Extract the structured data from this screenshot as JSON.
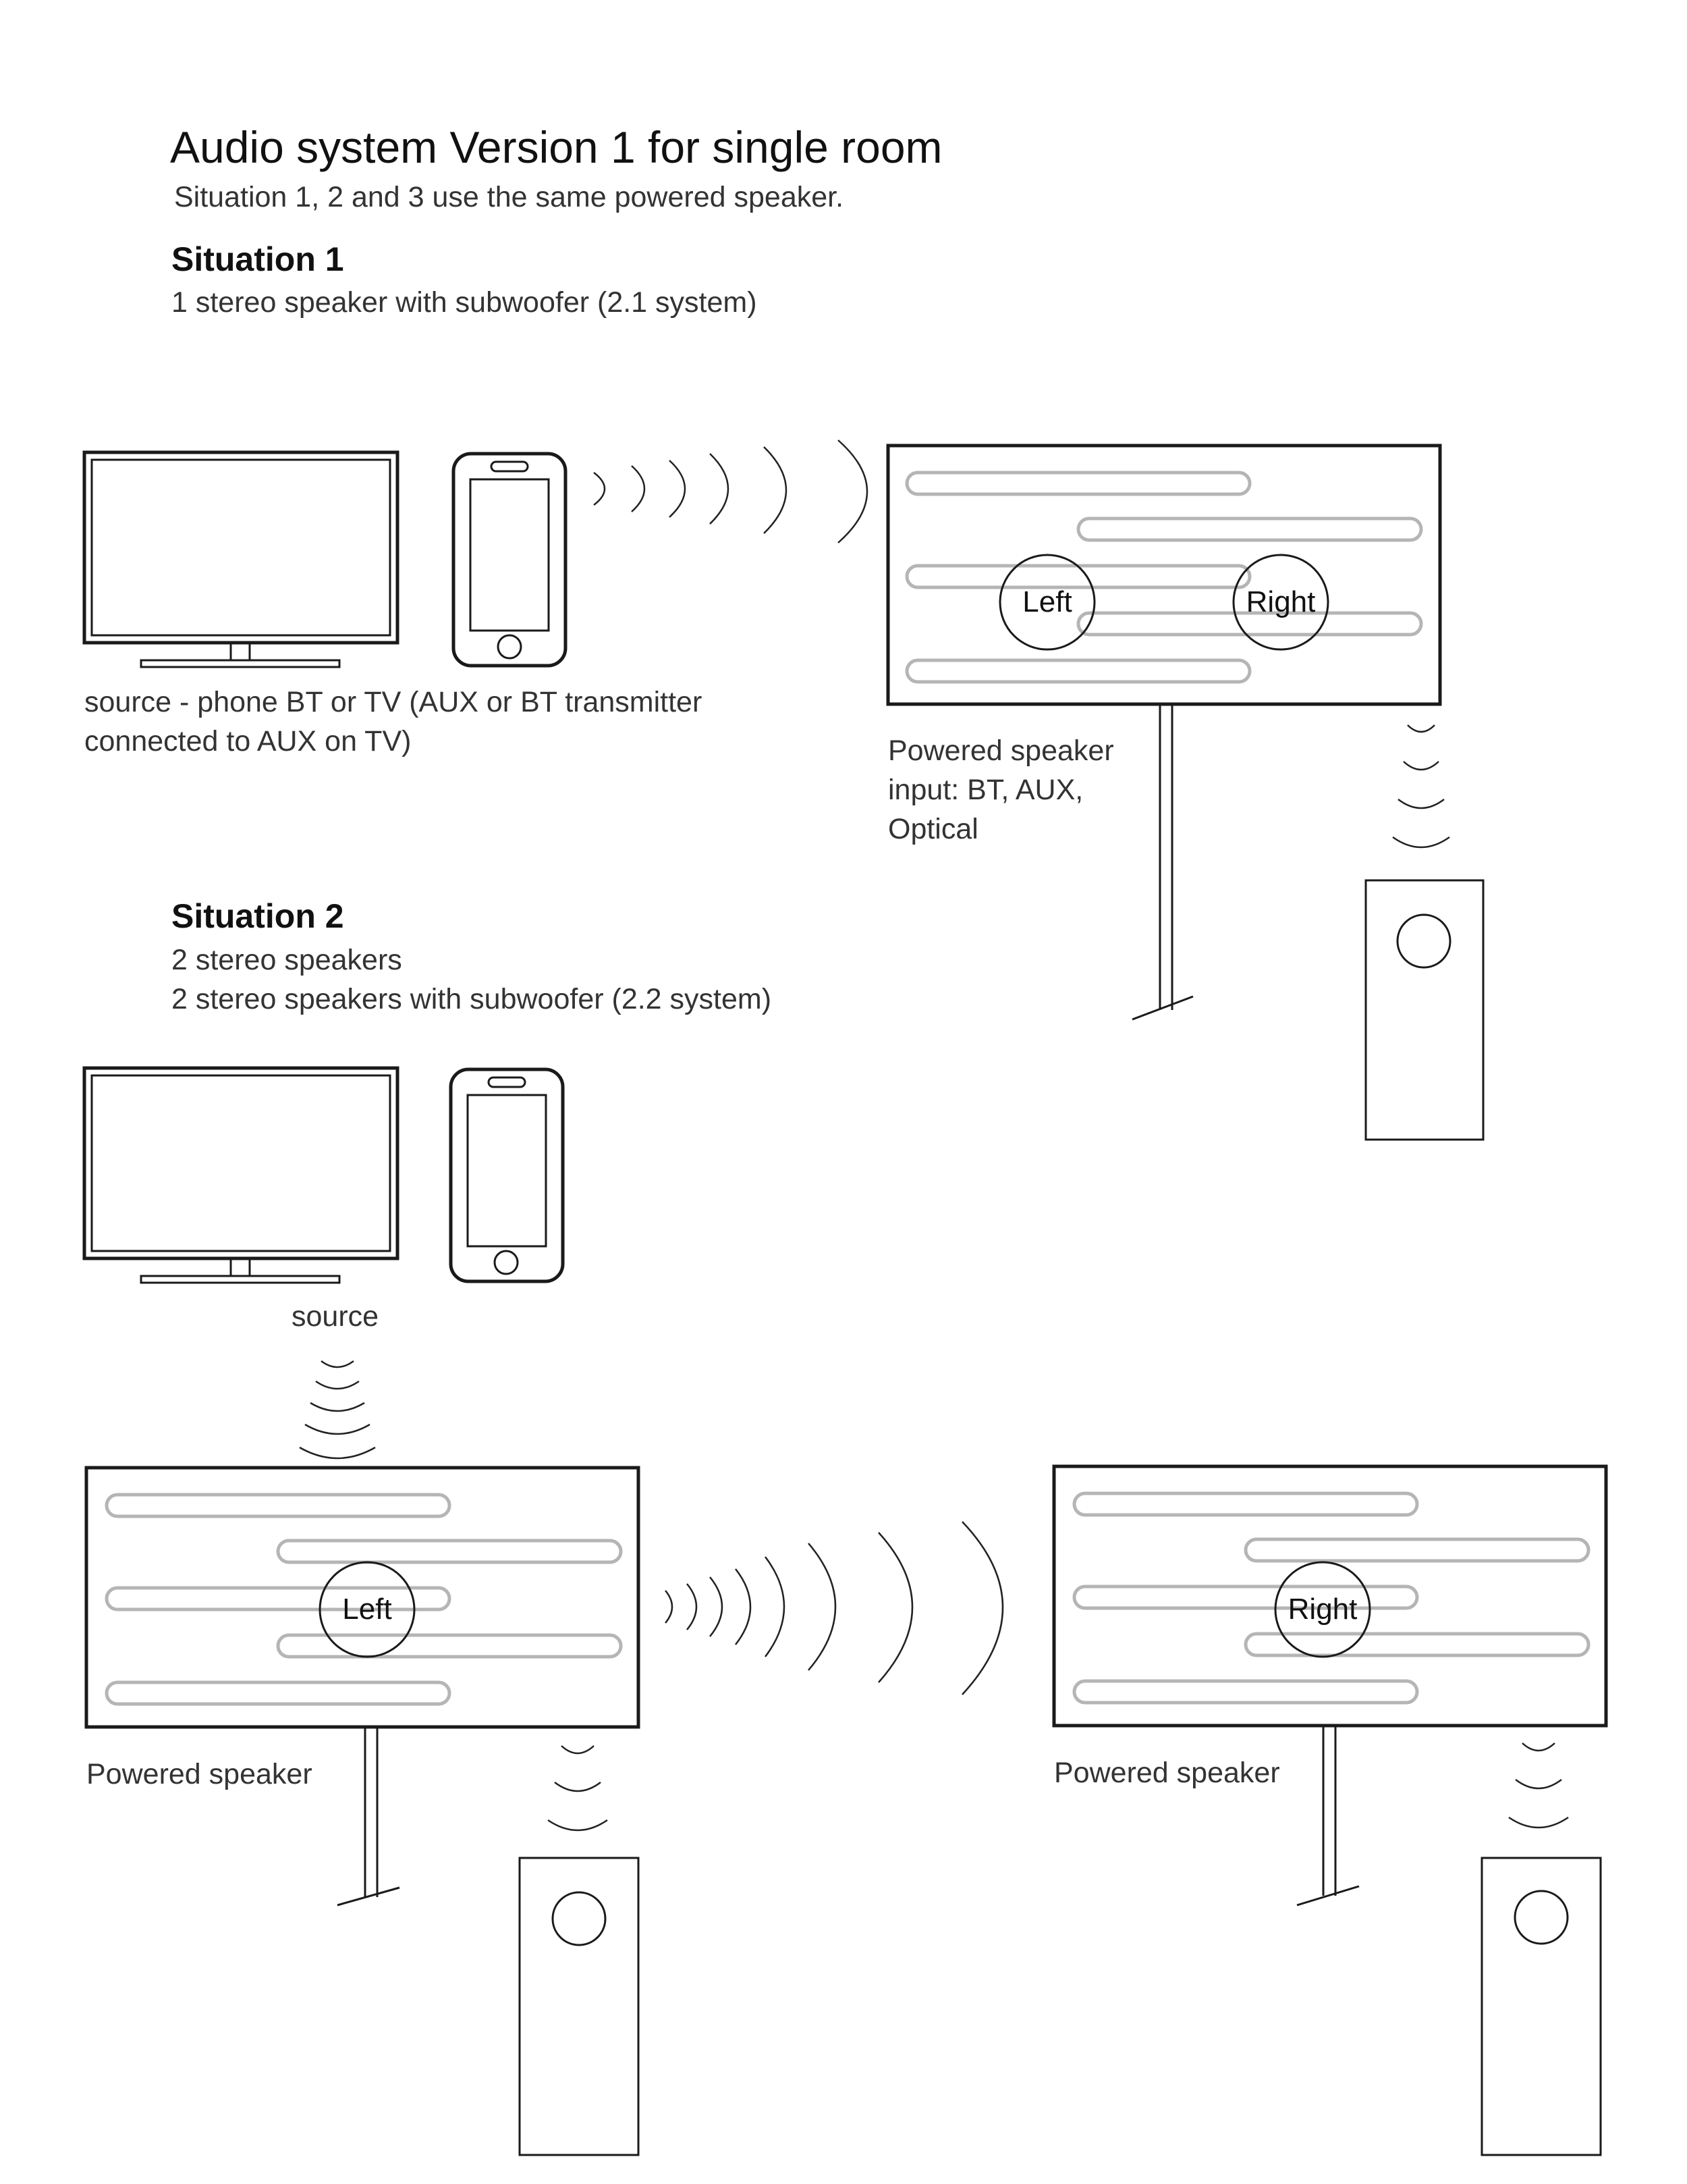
{
  "title": "Audio system Version 1 for single room",
  "subtitle": "Situation 1, 2 and 3 use the same powered speaker.",
  "situation1": {
    "heading": "Situation 1",
    "description": "1 stereo speaker with subwoofer (2.1 system)",
    "source_label_line1": "source - phone BT or TV (AUX or BT transmitter",
    "source_label_line2": "connected to AUX on TV)",
    "speaker_left": "Left",
    "speaker_right": "Right",
    "speaker_label_line1": "Powered speaker",
    "speaker_label_line2": "input: BT, AUX,",
    "speaker_label_line3": "Optical"
  },
  "situation2": {
    "heading": "Situation 2",
    "description_line1": "2 stereo speakers",
    "description_line2": "2 stereo speakers with subwoofer (2.2 system)",
    "source_label": "source",
    "left_speaker_circle": "Left",
    "left_speaker_label": "Powered speaker",
    "right_speaker_circle": "Right",
    "right_speaker_label": "Powered speaker"
  }
}
